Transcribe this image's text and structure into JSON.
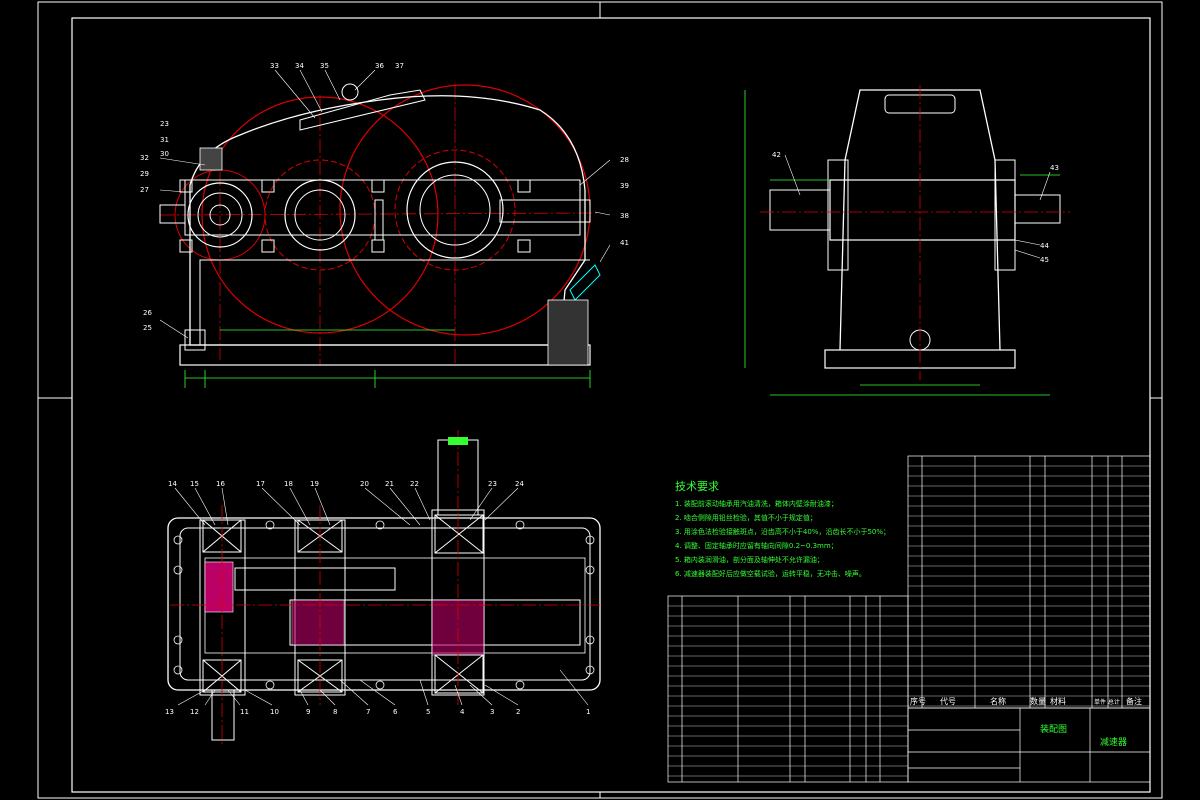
{
  "sheet": {
    "title_block_name": "装配图",
    "title_block_sub": "减速器"
  },
  "callouts_front": [
    "33",
    "34",
    "35",
    "36",
    "37",
    "23",
    "31",
    "30",
    "32",
    "29",
    "27",
    "28",
    "39",
    "38",
    "41",
    "26",
    "25"
  ],
  "callouts_side": [
    "42",
    "43",
    "44",
    "45"
  ],
  "callouts_top": [
    "14",
    "15",
    "16",
    "17",
    "18",
    "19",
    "20",
    "21",
    "22",
    "23",
    "24",
    "13",
    "12",
    "11",
    "10",
    "9",
    "8",
    "7",
    "6",
    "5",
    "4",
    "3",
    "2",
    "1"
  ],
  "tech_requirements": {
    "heading": "技术要求",
    "items": [
      "1. 装配前滚动轴承用汽油清洗，箱体内壁涂耐油漆；",
      "2. 啮合侧隙用铅丝检验，其值不小于规定值；",
      "3. 用涂色法检验接触斑点，沿齿高不小于40%，沿齿长不小于50%；",
      "4. 调整、固定轴承时应留有轴向间隙0.2~0.3mm；",
      "5. 箱内装润滑油，剖分面及轴伸处不允许漏油；",
      "6. 减速器装配好后应做空载试验，运转平稳，无冲击、噪声。"
    ]
  },
  "bom_header": {
    "seq": "序号",
    "code": "代号",
    "name": "名称",
    "qty": "数量",
    "material": "材料",
    "mass": "单件 总计",
    "note": "备注"
  }
}
